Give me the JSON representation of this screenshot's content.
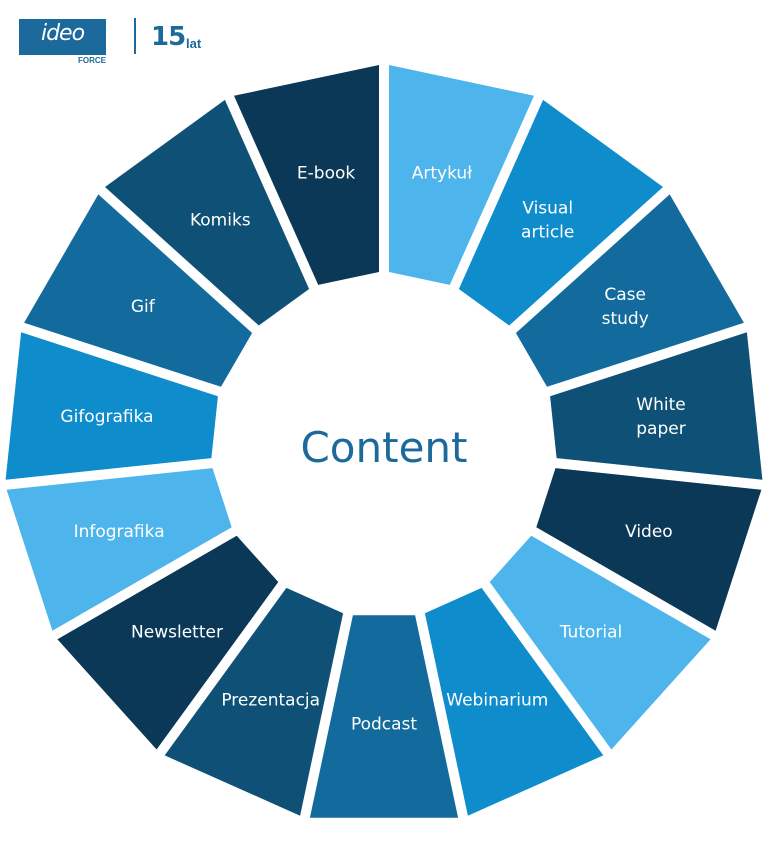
{
  "header": {
    "logo_text": "ideo",
    "logo_sub": "FORCE",
    "anniversary_number": "15",
    "anniversary_word": "lat"
  },
  "diagram": {
    "center": "Content",
    "segments": [
      {
        "lines": [
          "Artykuł"
        ],
        "color": "#4db4ec"
      },
      {
        "lines": [
          "Visual",
          "article"
        ],
        "color": "#0f8ccb"
      },
      {
        "lines": [
          "Case",
          "study"
        ],
        "color": "#126b9c"
      },
      {
        "lines": [
          "White",
          "paper"
        ],
        "color": "#0f5077"
      },
      {
        "lines": [
          "Video"
        ],
        "color": "#0a3856"
      },
      {
        "lines": [
          "Tutorial"
        ],
        "color": "#4db4ec"
      },
      {
        "lines": [
          "Webinarium"
        ],
        "color": "#0f8ccb"
      },
      {
        "lines": [
          "Podcast"
        ],
        "color": "#126b9c"
      },
      {
        "lines": [
          "Prezentacja"
        ],
        "color": "#0f5077"
      },
      {
        "lines": [
          "Newsletter"
        ],
        "color": "#0a3856"
      },
      {
        "lines": [
          "Infografika"
        ],
        "color": "#4db4ec"
      },
      {
        "lines": [
          "Gifografika"
        ],
        "color": "#0f8ccb"
      },
      {
        "lines": [
          "Gif"
        ],
        "color": "#126b9c"
      },
      {
        "lines": [
          "Komiks"
        ],
        "color": "#0f5077"
      },
      {
        "lines": [
          "E-book"
        ],
        "color": "#0a3856"
      }
    ]
  }
}
